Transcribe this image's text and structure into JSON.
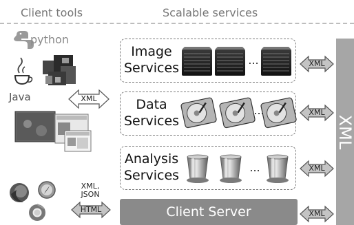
{
  "headers": {
    "client_tools": "Client tools",
    "scalable_services": "Scalable services"
  },
  "client_tools": {
    "python": "python",
    "java": "Java"
  },
  "services": {
    "image": {
      "line1": "Image",
      "line2": "Services",
      "ellipsis": "..."
    },
    "data": {
      "line1": "Data",
      "line2": "Services",
      "ellipsis": "..."
    },
    "analysis": {
      "line1": "Analysis",
      "line2": "Services",
      "ellipsis": "..."
    }
  },
  "client_server": "Client Server",
  "protocols": {
    "xml": "XML",
    "xml_json_line1": "XML,",
    "xml_json_line2": "JSON",
    "html": "HTML",
    "bus": "XML"
  },
  "colors": {
    "box_border": "#7a7a7a",
    "bus_fill": "#a6a6a6",
    "server_fill": "#8a8a8a",
    "arrow_fill": "#c4c4c4"
  }
}
